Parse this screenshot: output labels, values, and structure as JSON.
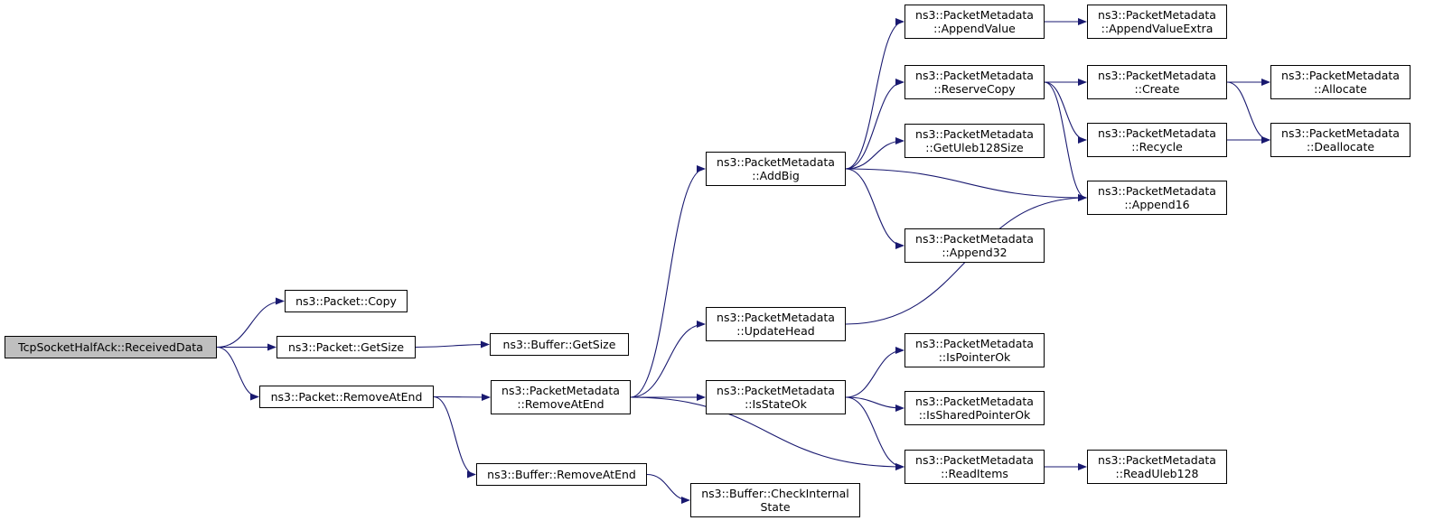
{
  "nodes": {
    "root": {
      "lines": [
        "TcpSocketHalfAck::ReceivedData"
      ]
    },
    "copy": {
      "lines": [
        "ns3::Packet::Copy"
      ]
    },
    "getsize": {
      "lines": [
        "ns3::Packet::GetSize"
      ]
    },
    "removeatend": {
      "lines": [
        "ns3::Packet::RemoveAtEnd"
      ]
    },
    "buf_getsize": {
      "lines": [
        "ns3::Buffer::GetSize"
      ]
    },
    "pm_removeatend": {
      "lines": [
        "ns3::PacketMetadata",
        "::RemoveAtEnd"
      ]
    },
    "buf_removeatend": {
      "lines": [
        "ns3::Buffer::RemoveAtEnd"
      ]
    },
    "checkinternal": {
      "lines": [
        "ns3::Buffer::CheckInternal",
        "State"
      ]
    },
    "addbig": {
      "lines": [
        "ns3::PacketMetadata",
        "::AddBig"
      ]
    },
    "updatehead": {
      "lines": [
        "ns3::PacketMetadata",
        "::UpdateHead"
      ]
    },
    "isstateok": {
      "lines": [
        "ns3::PacketMetadata",
        "::IsStateOk"
      ]
    },
    "appendvalue": {
      "lines": [
        "ns3::PacketMetadata",
        "::AppendValue"
      ]
    },
    "reservecopy": {
      "lines": [
        "ns3::PacketMetadata",
        "::ReserveCopy"
      ]
    },
    "getuleb": {
      "lines": [
        "ns3::PacketMetadata",
        "::GetUleb128Size"
      ]
    },
    "append32": {
      "lines": [
        "ns3::PacketMetadata",
        "::Append32"
      ]
    },
    "ispointerok": {
      "lines": [
        "ns3::PacketMetadata",
        "::IsPointerOk"
      ]
    },
    "issharedptr": {
      "lines": [
        "ns3::PacketMetadata",
        "::IsSharedPointerOk"
      ]
    },
    "readitems": {
      "lines": [
        "ns3::PacketMetadata",
        "::ReadItems"
      ]
    },
    "appendvalueextra": {
      "lines": [
        "ns3::PacketMetadata",
        "::AppendValueExtra"
      ]
    },
    "create": {
      "lines": [
        "ns3::PacketMetadata",
        "::Create"
      ]
    },
    "recycle": {
      "lines": [
        "ns3::PacketMetadata",
        "::Recycle"
      ]
    },
    "append16": {
      "lines": [
        "ns3::PacketMetadata",
        "::Append16"
      ]
    },
    "readuleb": {
      "lines": [
        "ns3::PacketMetadata",
        "::ReadUleb128"
      ]
    },
    "allocate": {
      "lines": [
        "ns3::PacketMetadata",
        "::Allocate"
      ]
    },
    "deallocate": {
      "lines": [
        "ns3::PacketMetadata",
        "::Deallocate"
      ]
    }
  },
  "edges": [
    [
      "root",
      "copy"
    ],
    [
      "root",
      "getsize"
    ],
    [
      "root",
      "removeatend"
    ],
    [
      "getsize",
      "buf_getsize"
    ],
    [
      "removeatend",
      "pm_removeatend"
    ],
    [
      "removeatend",
      "buf_removeatend"
    ],
    [
      "buf_removeatend",
      "checkinternal"
    ],
    [
      "pm_removeatend",
      "addbig"
    ],
    [
      "pm_removeatend",
      "updatehead"
    ],
    [
      "pm_removeatend",
      "isstateok"
    ],
    [
      "pm_removeatend",
      "readitems"
    ],
    [
      "addbig",
      "appendvalue"
    ],
    [
      "addbig",
      "reservecopy"
    ],
    [
      "addbig",
      "getuleb"
    ],
    [
      "addbig",
      "append16"
    ],
    [
      "addbig",
      "append32"
    ],
    [
      "appendvalue",
      "appendvalueextra"
    ],
    [
      "reservecopy",
      "create"
    ],
    [
      "reservecopy",
      "recycle"
    ],
    [
      "reservecopy",
      "append16"
    ],
    [
      "create",
      "allocate"
    ],
    [
      "create",
      "deallocate"
    ],
    [
      "recycle",
      "deallocate"
    ],
    [
      "updatehead",
      "append16"
    ],
    [
      "isstateok",
      "ispointerok"
    ],
    [
      "isstateok",
      "issharedptr"
    ],
    [
      "isstateok",
      "readitems"
    ],
    [
      "readitems",
      "readuleb"
    ]
  ],
  "colors": {
    "edge": "#191970",
    "node_border": "#000000",
    "root_fill": "#bfbfbf"
  }
}
